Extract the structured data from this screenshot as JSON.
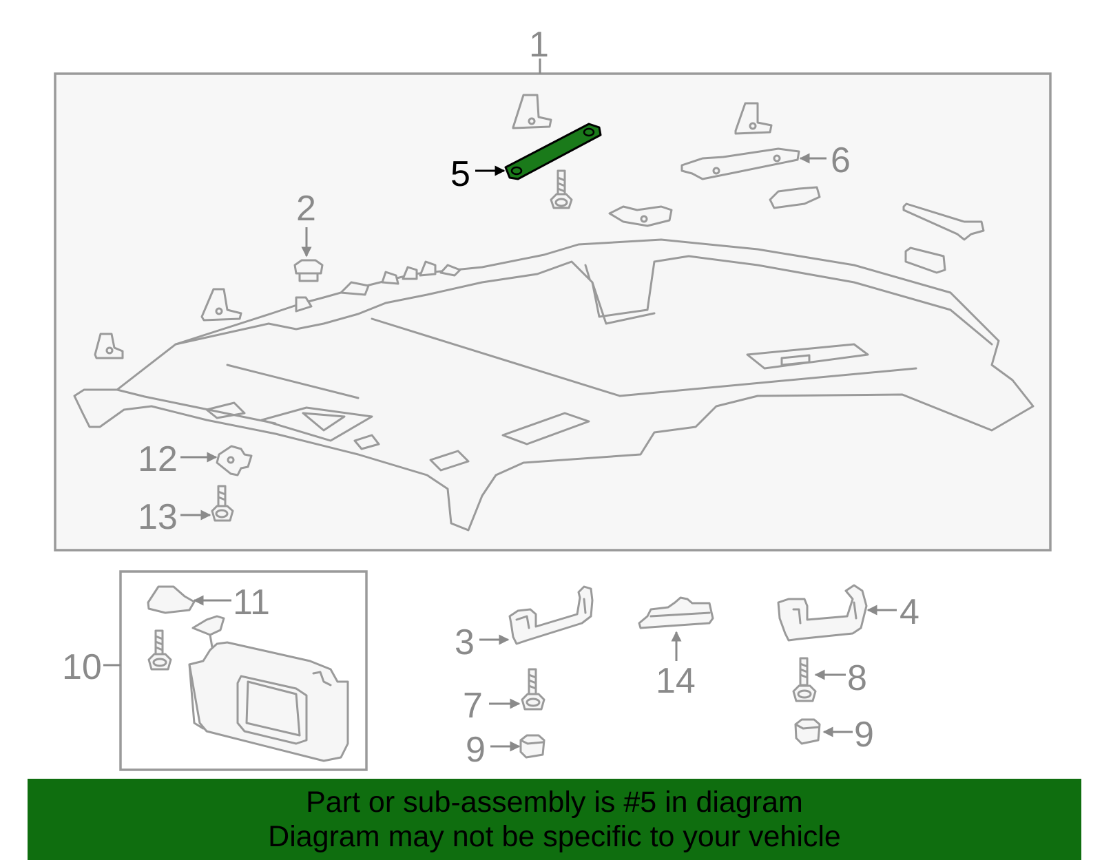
{
  "callouts": {
    "c1": "1",
    "c2": "2",
    "c3": "3",
    "c4": "4",
    "c5": "5",
    "c6": "6",
    "c7": "7",
    "c8": "8",
    "c9a": "9",
    "c9b": "9",
    "c10": "10",
    "c11": "11",
    "c12": "12",
    "c13": "13",
    "c14": "14"
  },
  "highlight": {
    "part": "5",
    "color": "#1a7a1a"
  },
  "banner": {
    "line1": "Part or sub-assembly is #5 in diagram",
    "line2": "Diagram may not be specific to your vehicle",
    "color": "#0f6e0f"
  }
}
